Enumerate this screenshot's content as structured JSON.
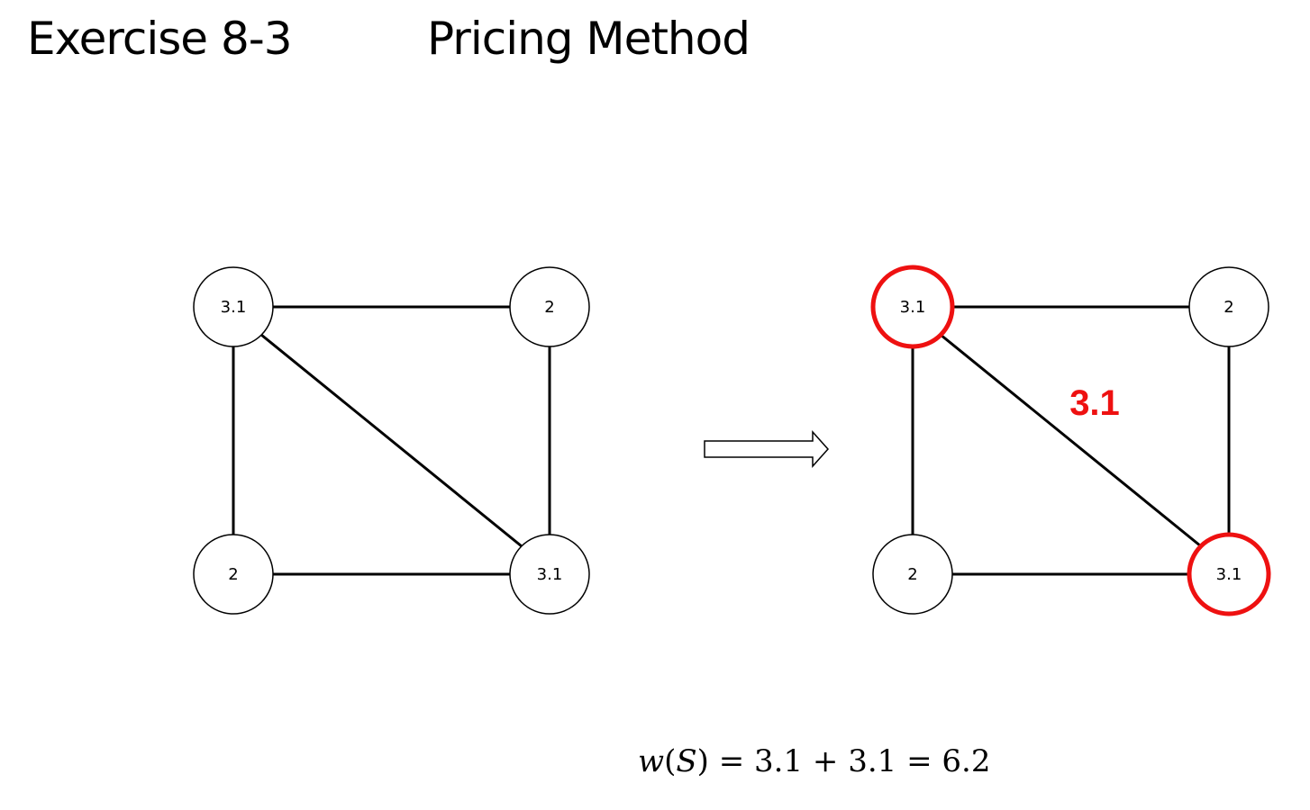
{
  "header": {
    "exercise": "Exercise 8-3",
    "topic": "Pricing Method"
  },
  "colors": {
    "stroke": "#000000",
    "highlight": "#ee1111",
    "background": "#ffffff"
  },
  "graph_left": {
    "nodes": [
      {
        "id": "tl",
        "label": "3.1",
        "selected": false
      },
      {
        "id": "tr",
        "label": "2",
        "selected": false
      },
      {
        "id": "bl",
        "label": "2",
        "selected": false
      },
      {
        "id": "br",
        "label": "3.1",
        "selected": false
      }
    ]
  },
  "graph_right": {
    "nodes": [
      {
        "id": "tl",
        "label": "3.1",
        "selected": true
      },
      {
        "id": "tr",
        "label": "2",
        "selected": false
      },
      {
        "id": "bl",
        "label": "2",
        "selected": false
      },
      {
        "id": "br",
        "label": "3.1",
        "selected": true
      }
    ],
    "diagonal_weight": "3.1"
  },
  "formula": {
    "fn": "w",
    "open": "(",
    "set": "S",
    "rest": ") = 3.1 + 3.1 = 6.2"
  }
}
